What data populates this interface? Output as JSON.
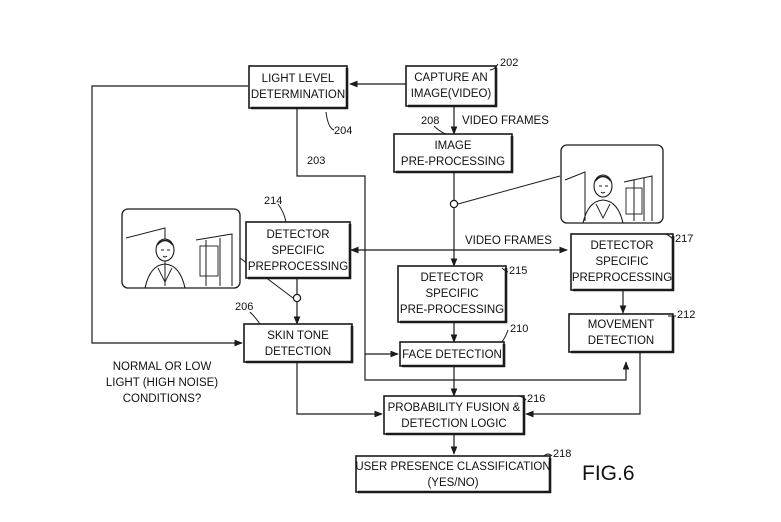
{
  "figure_label": "FIG.6",
  "boxes": {
    "light_level": [
      "LIGHT LEVEL",
      "DETERMINATION"
    ],
    "capture": [
      "CAPTURE AN",
      "IMAGE(VIDEO)"
    ],
    "image_preproc": [
      "IMAGE",
      "PRE-PROCESSING"
    ],
    "detector_214": [
      "DETECTOR",
      "SPECIFIC",
      "PREPROCESSING"
    ],
    "detector_215": [
      "DETECTOR",
      "SPECIFIC",
      "PRE-PROCESSING"
    ],
    "detector_217": [
      "DETECTOR",
      "SPECIFIC",
      "PREPROCESSING"
    ],
    "skin_tone": [
      "SKIN TONE",
      "DETECTION"
    ],
    "face_detection": [
      "FACE DETECTION"
    ],
    "movement": [
      "MOVEMENT",
      "DETECTION"
    ],
    "fusion": [
      "PROBABILITY FUSION &",
      "DETECTION LOGIC"
    ],
    "classification": [
      "USER PRESENCE CLASSIFICATION",
      "(YES/NO)"
    ]
  },
  "refs": {
    "r202": "202",
    "r203": "203",
    "r204": "204",
    "r206": "206",
    "r208": "208",
    "r210": "210",
    "r212": "212",
    "r214": "214",
    "r215": "215",
    "r216": "216",
    "r217": "217",
    "r218": "218"
  },
  "labels": {
    "video_frames_top": "VIDEO FRAMES",
    "video_frames_mid": "VIDEO FRAMES",
    "conditions": [
      "NORMAL OR LOW",
      "LIGHT (HIGH NOISE)",
      "CONDITIONS?"
    ]
  },
  "pictures": {
    "left": "face-photo",
    "right": "face-photo"
  }
}
